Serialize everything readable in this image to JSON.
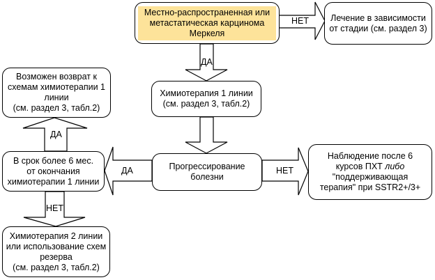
{
  "nodes": {
    "start": {
      "lines": [
        "Местно-распространенная или",
        "метастатическая карцинома",
        "Меркеля"
      ]
    },
    "stage_treatment": {
      "lines": [
        "Лечение в зависимости",
        "от стадии (см. раздел 3)"
      ]
    },
    "chemo1": {
      "lines": [
        "Химиотерапия 1 линии",
        "(см. раздел 3, табл.2)"
      ]
    },
    "progression": {
      "lines": [
        "Прогрессирование",
        "болезни"
      ]
    },
    "observation": {
      "lines": [
        "Наблюдение после 6",
        "курсов ПХТ",
        "либо",
        "\"поддерживающая",
        "терапия\" при SSTR2+/3+"
      ]
    },
    "over6": {
      "lines": [
        "В срок более 6 мес.",
        "от окончания",
        "химиотерапии 1 линии"
      ]
    },
    "return": {
      "lines": [
        "Возможен возврат к",
        "схемам химиотерапии 1",
        "линии",
        "(см. раздел 3, табл.2)"
      ]
    },
    "chemo2": {
      "lines": [
        "Химиотерапия 2 линии",
        "или использование схем",
        "резерва",
        "(см. раздел 3, табл.2)"
      ]
    }
  },
  "edges": {
    "start_no": "НЕТ",
    "start_yes": "ДА",
    "progression_yes": "ДА",
    "progression_no": "НЕТ",
    "over6_yes": "ДА",
    "over6_no": "НЕТ"
  },
  "colors": {
    "start_fill": "#fde39a",
    "stroke": "#000000"
  }
}
